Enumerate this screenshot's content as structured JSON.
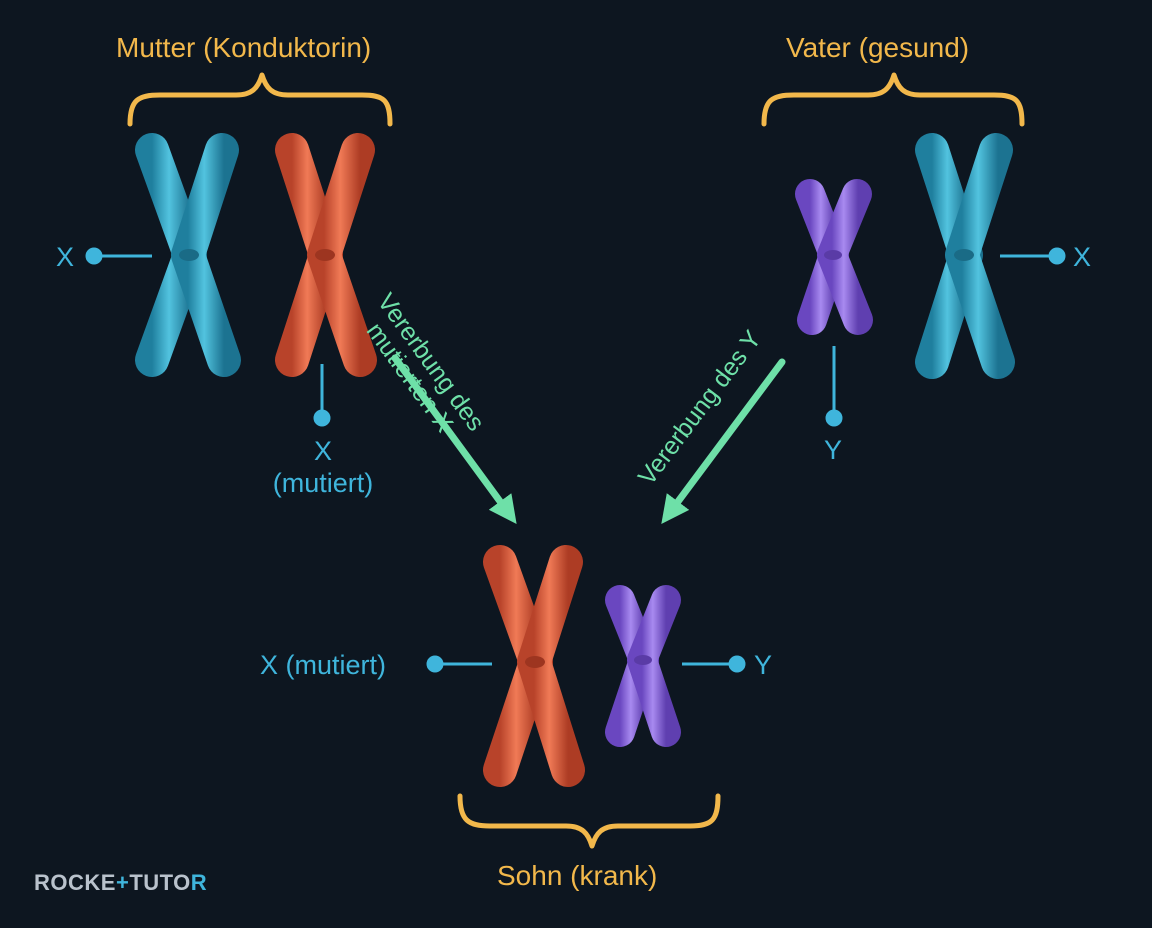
{
  "parents": {
    "mother_title": "Mutter (Konduktorin)",
    "father_title": "Vater (gesund)"
  },
  "child": {
    "title": "Sohn (krank)"
  },
  "labels": {
    "mother_x": "X",
    "mother_x_mut_line1": "X",
    "mother_x_mut_line2": "(mutiert)",
    "father_x": "X",
    "father_y": "Y",
    "son_x": "X (mutiert)",
    "son_y": "Y"
  },
  "arrows": {
    "left_line1": "Vererbung des",
    "left_line2": "mutierten X",
    "right": "Vererbung des Y"
  },
  "brand": {
    "part1": "ROCKE",
    "plus": "+",
    "part2": "TUTO",
    "part3": "R"
  },
  "colors": {
    "background": "#0d1620",
    "blue_chromosome": "#35a9c9",
    "red_chromosome": "#e3603f",
    "purple_chromosome": "#8f6be0",
    "bracket": "#f2b84b",
    "label": "#3fb5dc",
    "arrow": "#6ee0a8"
  }
}
